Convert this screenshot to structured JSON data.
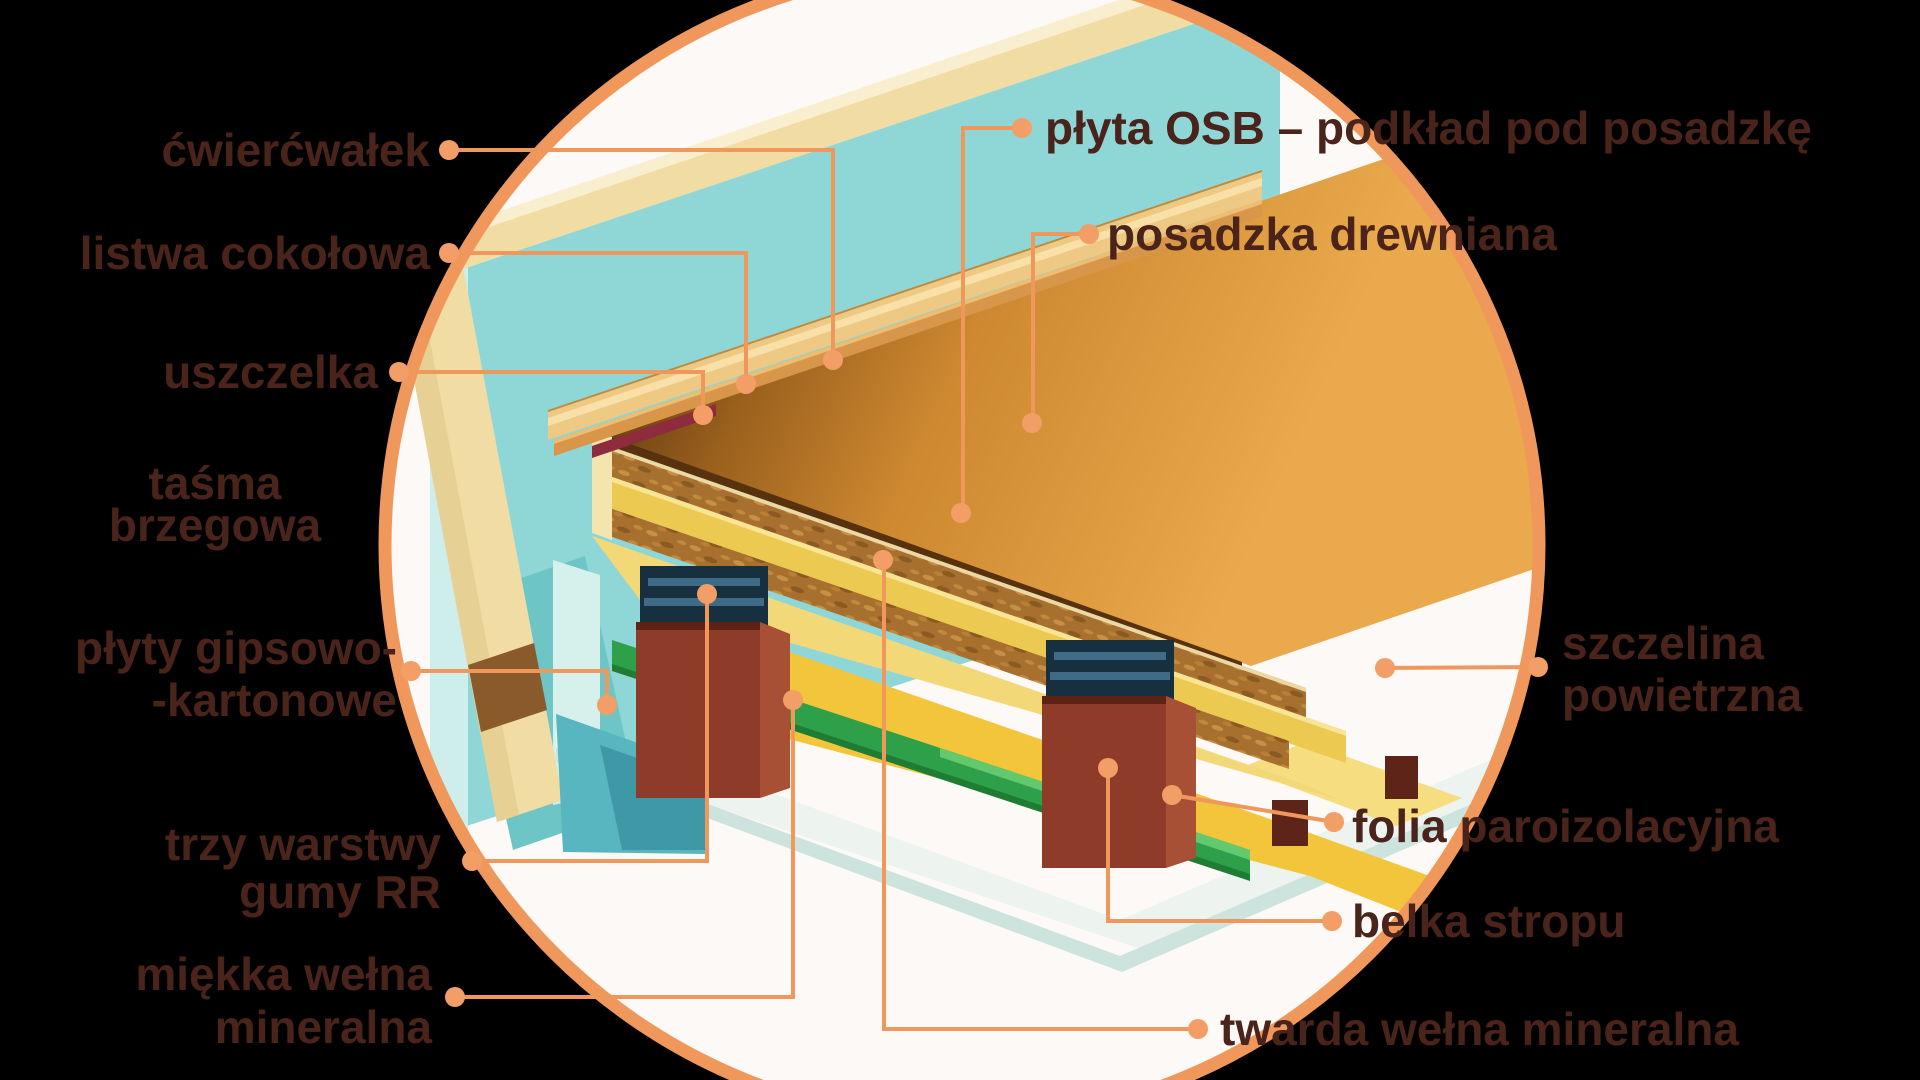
{
  "diagram": {
    "kind": "cutaway construction diagram of a wooden floor assembly",
    "language": "Polish",
    "background_color": "#000000",
    "circle": {
      "fill": "#fcf9f6",
      "border_color": "#f0985c"
    },
    "text_color": "#4a231a",
    "leader_color": "#f0975c",
    "labels_left": [
      {
        "id": "cwiercwalek",
        "text": "ćwierćwałek"
      },
      {
        "id": "listwa_cokolowa",
        "text": "listwa cokołowa"
      },
      {
        "id": "uszczelka",
        "text": "uszczelka"
      },
      {
        "id": "tasma_brzegowa",
        "line1": "taśma",
        "line2": "brzegowa"
      },
      {
        "id": "plyty_gipsowo_kartonowe",
        "line1": "płyty gipsowo-",
        "line2": "-kartonowe"
      },
      {
        "id": "trzy_warstwy_gumy_rr",
        "line1": "trzy warstwy",
        "line2": "gumy RR"
      },
      {
        "id": "miekka_welna_mineralna",
        "line1": "miękka wełna",
        "line2": "mineralna"
      }
    ],
    "labels_right": [
      {
        "id": "plyta_osb",
        "text": "płyta OSB – podkład pod posadzkę"
      },
      {
        "id": "posadzka_drewniana",
        "text": "posadzka drewniana"
      },
      {
        "id": "szczelina_powietrzna",
        "line1": "szczelina",
        "line2": "powietrzna"
      },
      {
        "id": "folia_paroizolacyjna",
        "text": "folia paroizolacyjna"
      },
      {
        "id": "belka_stropu",
        "text": "belka stropu"
      },
      {
        "id": "twarda_welna_mineralna",
        "text": "twarda wełna mineralna"
      }
    ],
    "part_colors": {
      "wall_panel_teal": "#8fd6d6",
      "wall_panel_edge": "#cdeeea",
      "wall_stud_cream": "#f1dda4",
      "wall_plate_brown": "#8a5a2b",
      "baseboard_tan": "#eec983",
      "quarter_round": "#d8964a",
      "gasket_maroon": "#8e2b3c",
      "floor_orange": "#e2953b",
      "osb_brown": "#a8702f",
      "hard_wool_yellow": "#ecca52",
      "soft_wool_yellow": "#f2c53b",
      "foil_green": "#2ea04a",
      "ceiling_slab_white": "#edf4f0",
      "slab_face_teal": "#57b6bf",
      "beam_red_brown": "#8e3b2a",
      "rubber_pads_navy": "#16303f"
    }
  }
}
